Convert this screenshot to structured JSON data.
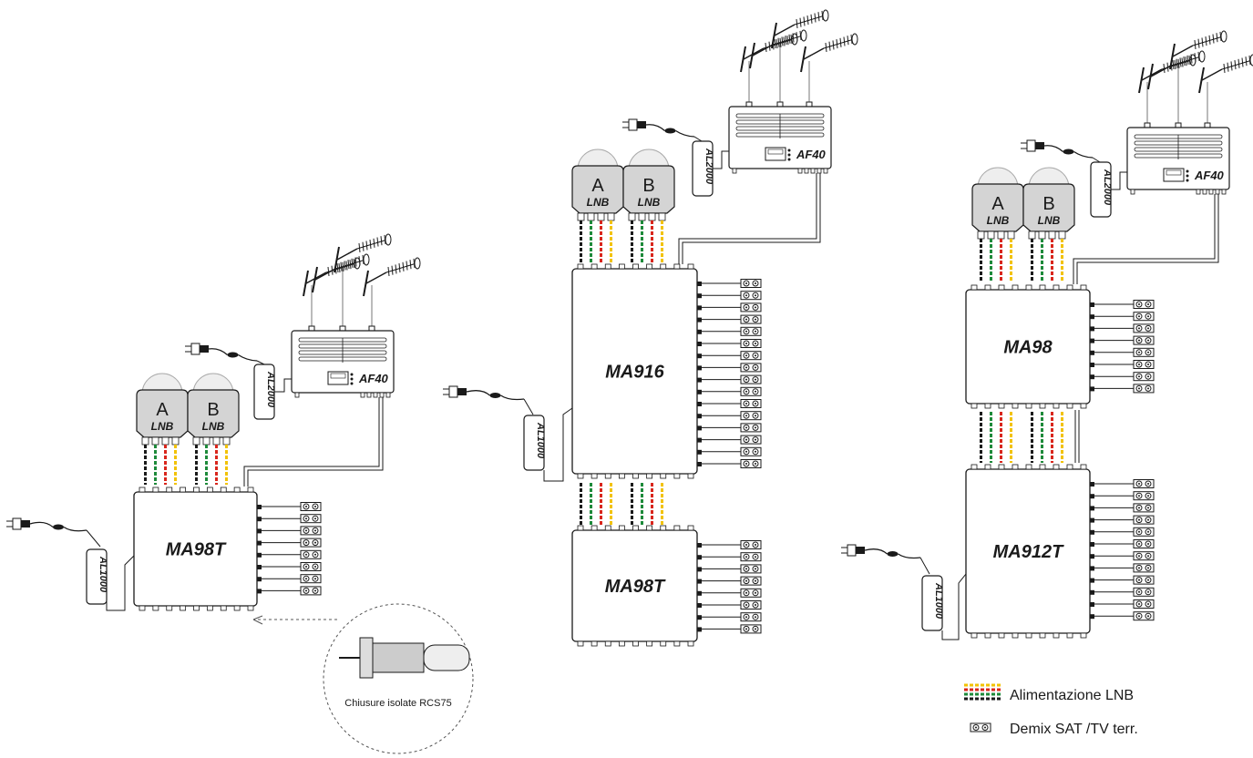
{
  "diagram": {
    "systems": [
      {
        "lnb": {
          "a_letter": "A",
          "b_letter": "B",
          "sub": "LNB"
        },
        "amplifier": "AF40",
        "amp_psu": "AL2000",
        "multiswitch": [
          "MA98T"
        ],
        "ms_psu": "AL1000",
        "outputs": [
          8
        ]
      },
      {
        "lnb": {
          "a_letter": "A",
          "b_letter": "B",
          "sub": "LNB"
        },
        "amplifier": "AF40",
        "amp_psu": "AL2000",
        "multiswitch": [
          "MA916",
          "MA98T"
        ],
        "ms_psu": "AL1000",
        "outputs": [
          16,
          8
        ]
      },
      {
        "lnb": {
          "a_letter": "A",
          "b_letter": "B",
          "sub": "LNB"
        },
        "amplifier": "AF40",
        "amp_psu": "AL2000",
        "multiswitch": [
          "MA98",
          "MA912T"
        ],
        "ms_psu": "AL1000",
        "outputs": [
          8,
          12
        ]
      }
    ],
    "callout": "Chiusure isolate RCS75",
    "legend": {
      "power": "Alimentazione LNB",
      "demix": "Demix SAT /TV terr."
    },
    "colors": {
      "line": "#1a1a1a",
      "yellow": "#f2c200",
      "red": "#d9261c",
      "green": "#1e8a3a",
      "black": "#1a1a1a",
      "lnb_fill": "#d4d4d4",
      "dish_fill": "#eeeeee"
    }
  }
}
